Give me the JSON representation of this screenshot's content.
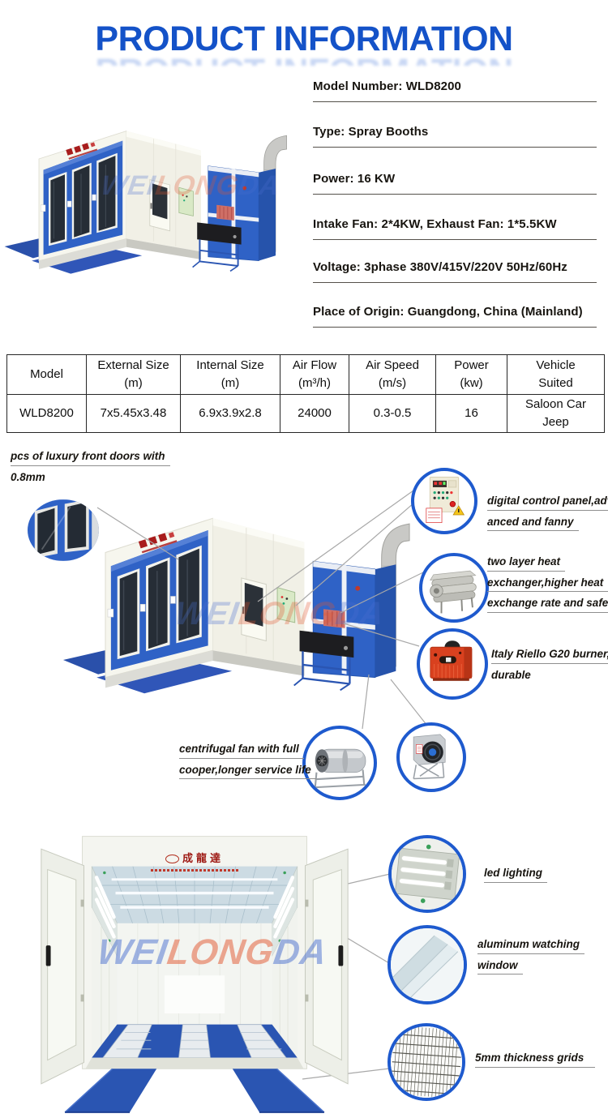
{
  "page": {
    "title": "PRODUCT INFORMATION"
  },
  "specs": [
    "Model Number: WLD8200",
    "Type: Spray Booths",
    "Power: 16 KW",
    "Intake Fan: 2*4KW, Exhaust Fan: 1*5.5KW",
    "Voltage: 3phase 380V/415V/220V 50Hz/60Hz",
    "Place of Origin: Guangdong, China (Mainland)"
  ],
  "table": {
    "headers": [
      {
        "l1": "Model",
        "l2": ""
      },
      {
        "l1": "External Size",
        "l2": "(m)"
      },
      {
        "l1": "Internal Size",
        "l2": "(m)"
      },
      {
        "l1": "Air Flow",
        "l2": "(m³/h)"
      },
      {
        "l1": "Air Speed",
        "l2": "(m/s)"
      },
      {
        "l1": "Power",
        "l2": "(kw)"
      },
      {
        "l1": "Vehicle",
        "l2": "Suited"
      }
    ],
    "row": {
      "model": "WLD8200",
      "external": "7x5.45x3.48",
      "internal": "6.9x3.9x2.8",
      "airflow": "24000",
      "airspeed": "0.3-0.5",
      "power": "16",
      "vehicle1": "Saloon Car",
      "vehicle2": "Jeep"
    }
  },
  "callouts": {
    "door_note": [
      "pcs of luxury front doors with",
      "0.8mm"
    ],
    "control_panel": [
      "digital control panel,adv",
      "anced and fanny"
    ],
    "heat_exchanger": [
      "two layer heat",
      "exchanger,higher heat",
      "exchange rate and safer"
    ],
    "burner": [
      "Italy Riello G20 burner,",
      "durable"
    ],
    "fan": [
      "centrifugal fan with full",
      "cooper,longer service life"
    ],
    "led": [
      "led lighting"
    ],
    "window": [
      "aluminum watching",
      "window"
    ],
    "grids": [
      "5mm thickness grids"
    ]
  },
  "branding": {
    "logo": "成龍達",
    "watermark": {
      "p1": "WEI",
      "p2": "LONG",
      "p3": "DA"
    }
  },
  "colors": {
    "title_blue": "#1452c8",
    "circle_ring_blue": "#1e5ace",
    "booth_blue": "#2f62c6",
    "ramp_blue": "#2a55b2",
    "burner_red": "#d9411f",
    "logo_red": "#9e1a14",
    "watermark_orange": "#e2552e",
    "watermark_blue": "#4a6fd0"
  }
}
